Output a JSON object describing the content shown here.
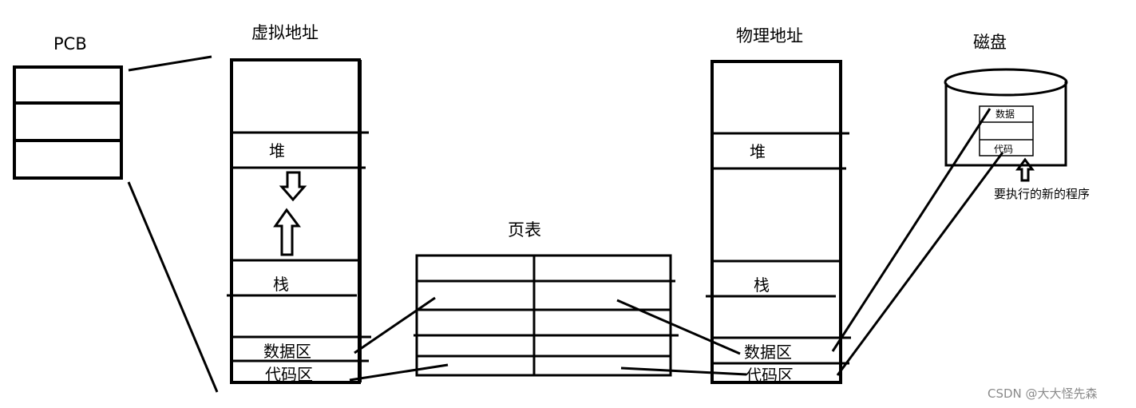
{
  "labels": {
    "pcb": "PCB",
    "virtual_address": "虚拟地址",
    "physical_address": "物理地址",
    "page_table": "页表",
    "disk": "磁盘"
  },
  "virtual_memory": {
    "heap": "堆",
    "stack": "栈",
    "data": "数据区",
    "code": "代码区"
  },
  "physical_memory": {
    "heap": "堆",
    "stack": "栈",
    "data": "数据区",
    "code": "代码区"
  },
  "disk_contents": {
    "data": "数据",
    "code": "代码",
    "note": "要执行的新的程序"
  },
  "watermark": "CSDN @大大怪先森"
}
